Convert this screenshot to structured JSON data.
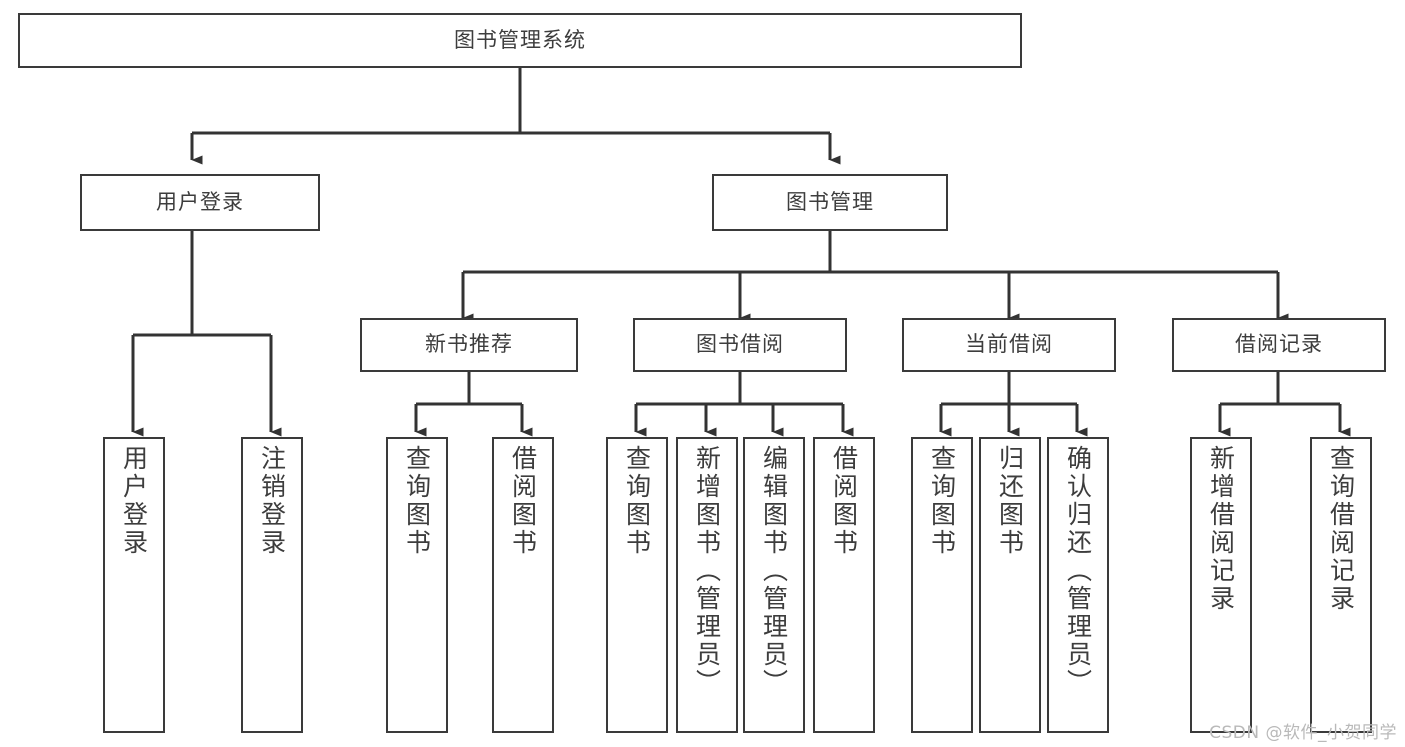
{
  "diagram": {
    "type": "tree",
    "title": "图书管理系统",
    "orientation": "top-down",
    "colors": {
      "box_border": "#3a3a3a",
      "box_fill": "#ffffff",
      "connector": "#333333",
      "text": "#3d3d3d",
      "watermark": "#b9b9b9"
    },
    "nodes": {
      "root": {
        "label": "图书管理系统"
      },
      "level1": [
        {
          "id": "user-login",
          "label": "用户登录"
        },
        {
          "id": "book-manage",
          "label": "图书管理"
        }
      ],
      "level2": [
        {
          "id": "new-book-rec",
          "label": "新书推荐"
        },
        {
          "id": "book-borrow",
          "label": "图书借阅"
        },
        {
          "id": "current-borrow",
          "label": "当前借阅"
        },
        {
          "id": "borrow-record",
          "label": "借阅记录"
        }
      ],
      "leaves": {
        "user-login": [
          {
            "id": "leaf-user-login",
            "label": "用户登录"
          },
          {
            "id": "leaf-logout",
            "label": "注销登录"
          }
        ],
        "new-book-rec": [
          {
            "id": "leaf-query-book-1",
            "label": "查询图书"
          },
          {
            "id": "leaf-borrow-book-1",
            "label": "借阅图书"
          }
        ],
        "book-borrow": [
          {
            "id": "leaf-query-book-2",
            "label": "查询图书"
          },
          {
            "id": "leaf-add-book",
            "label": "新增图书（管理员）"
          },
          {
            "id": "leaf-edit-book",
            "label": "编辑图书（管理员）"
          },
          {
            "id": "leaf-borrow-book-2",
            "label": "借阅图书"
          }
        ],
        "current-borrow": [
          {
            "id": "leaf-query-book-3",
            "label": "查询图书"
          },
          {
            "id": "leaf-return-book",
            "label": "归还图书"
          },
          {
            "id": "leaf-confirm-return",
            "label": "确认归还（管理员）"
          }
        ],
        "borrow-record": [
          {
            "id": "leaf-add-record",
            "label": "新增借阅记录"
          },
          {
            "id": "leaf-query-record",
            "label": "查询借阅记录"
          }
        ]
      }
    }
  },
  "watermark": {
    "text": "CSDN @软件_小贺同学"
  }
}
